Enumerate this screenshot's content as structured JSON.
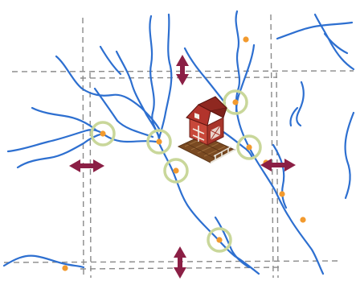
{
  "diagram": {
    "colors": {
      "background": "#ffffff",
      "grid_line": "#8a8a8a",
      "river": "#2d6fd0",
      "crossing_dot": "#f29a2e",
      "crossing_ring": "#c9d79a",
      "arrow": "#8b1f45",
      "barn_roof": "#b2342c",
      "barn_wall": "#c8483a",
      "barn_trim": "#f3efe6",
      "field": "#7a4a22"
    },
    "elements": {
      "grid": "dashed-grid-lines",
      "rivers": "river-network",
      "crossings": "culvert-crossing-markers",
      "farm": "barn-icon",
      "arrows": "movement-arrows"
    }
  }
}
